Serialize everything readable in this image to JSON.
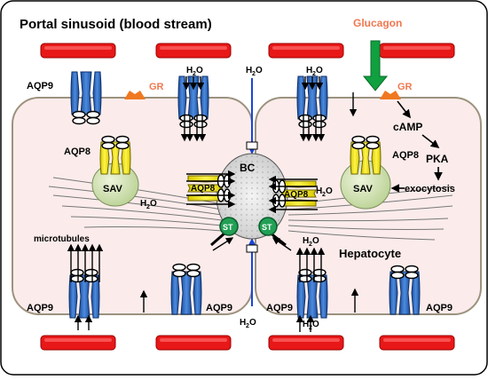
{
  "title": "Portal sinusoid (blood stream)",
  "hormone": "Glucagon",
  "labels": {
    "gr": "GR",
    "aqp9": "AQP9",
    "aqp8": "AQP8",
    "sav": "SAV",
    "bc": "BC",
    "st": "ST",
    "camp": "cAMP",
    "pka": "PKA",
    "exocytosis": "exocytosis",
    "microtubules": "microtubules",
    "hepatocyte": "Hepatocyte",
    "h2o_base": "H",
    "h2o_sub": "2",
    "h2o_tail": "O"
  },
  "colors": {
    "cell_fill": "#fbeceb",
    "cell_stroke": "#9c927e",
    "rbc": "#e81818",
    "aqp9": "#2e6fc7",
    "aqp8": "#f2ea00",
    "sav": "#c9dda8",
    "gr": "#f07820",
    "st": "#22a055",
    "glucagon_arrow": "#10a040",
    "glucagon_text": "#f07850",
    "blue_line": "#1a45d8"
  }
}
